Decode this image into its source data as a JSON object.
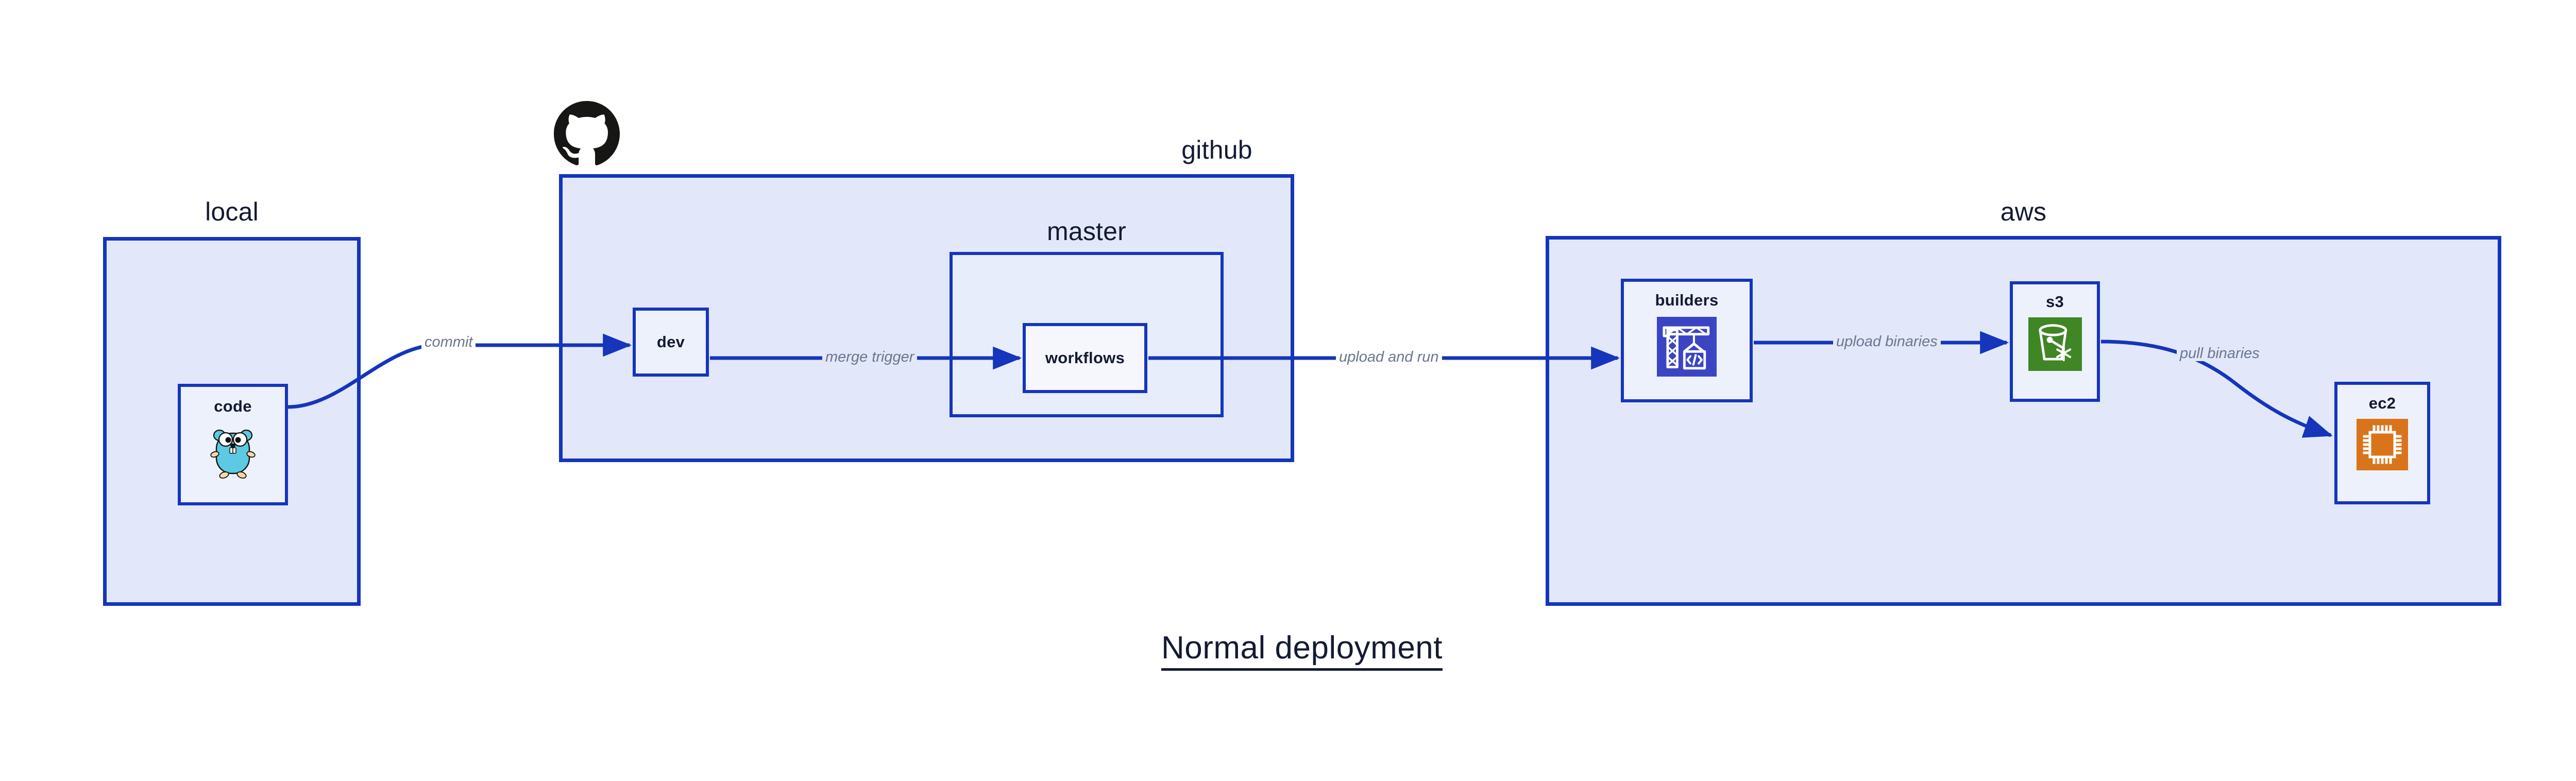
{
  "title": "Normal deployment",
  "colors": {
    "container_border": "#1535bd",
    "container_fill": "#e2e8fa",
    "subgroup_fill": "#e8edfb",
    "node_fill": "#edf1fc",
    "node_fill_white": "#f5f7fd",
    "arrow": "#1535bd",
    "edge_label_text": "#6b7590",
    "heading_text": "#141a33",
    "builders_icon_bg": "#3b45c4",
    "s3_icon_bg": "#3f8624",
    "ec2_icon_bg": "#d9741a",
    "gopher_body": "#5dc9e2",
    "github_mark": "#161614"
  },
  "groups": [
    {
      "id": "local",
      "label": "local"
    },
    {
      "id": "github",
      "label": "github"
    },
    {
      "id": "aws",
      "label": "aws"
    }
  ],
  "subgroups": [
    {
      "id": "master",
      "label": "master",
      "parent": "github"
    }
  ],
  "nodes": [
    {
      "id": "code",
      "label": "code",
      "icon": "go-gopher-icon",
      "parent": "local"
    },
    {
      "id": "dev",
      "label": "dev",
      "icon": null,
      "parent": "github"
    },
    {
      "id": "workflows",
      "label": "workflows",
      "icon": null,
      "parent": "master"
    },
    {
      "id": "builders",
      "label": "builders",
      "icon": "crane-code-icon",
      "parent": "aws"
    },
    {
      "id": "s3",
      "label": "s3",
      "icon": "s3-bucket-icon",
      "parent": "aws"
    },
    {
      "id": "ec2",
      "label": "ec2",
      "icon": "ec2-cpu-chip-icon",
      "parent": "aws"
    }
  ],
  "edges": [
    {
      "id": "commit",
      "from": "code",
      "to": "dev",
      "label": "commit"
    },
    {
      "id": "merge-trigger",
      "from": "dev",
      "to": "workflows",
      "label": "merge trigger"
    },
    {
      "id": "upload-and-run",
      "from": "workflows",
      "to": "builders",
      "label": "upload and run"
    },
    {
      "id": "upload-binaries",
      "from": "builders",
      "to": "s3",
      "label": "upload binaries"
    },
    {
      "id": "pull-binaries",
      "from": "s3",
      "to": "ec2",
      "label": "pull binaries"
    }
  ],
  "logos": [
    {
      "id": "github-mark",
      "name": "github-octocat-icon"
    }
  ]
}
